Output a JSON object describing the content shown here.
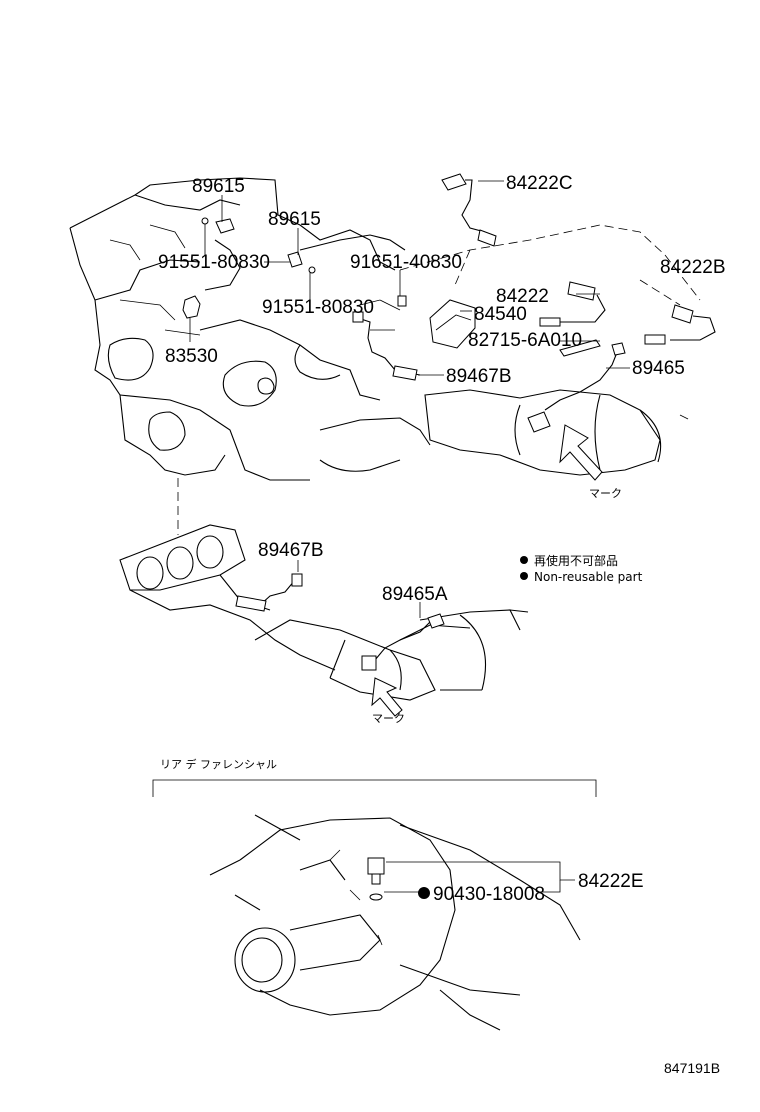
{
  "callouts": {
    "p89615a": "89615",
    "p89615b": "89615",
    "p91551a": "91551-80830",
    "p91551b": "91551-80830",
    "p91651": "91651-40830",
    "p83530": "83530",
    "p84222c": "84222C",
    "p84222b": "84222B",
    "p84222": "84222",
    "p84540": "84540",
    "p82715": "82715-6A010",
    "p89467b_top": "89467B",
    "p89465": "89465",
    "p89467b_mid": "89467B",
    "p89465a": "89465A",
    "p84222e": "84222E",
    "p90430": "90430-18008"
  },
  "marks": {
    "mark_top": "マーク",
    "mark_mid": "マーク"
  },
  "legend": {
    "jp": "再使用不可部品",
    "en": "Non-reusable part"
  },
  "section_label": "リア デ ファレンシャル",
  "figure_code": "847191B"
}
